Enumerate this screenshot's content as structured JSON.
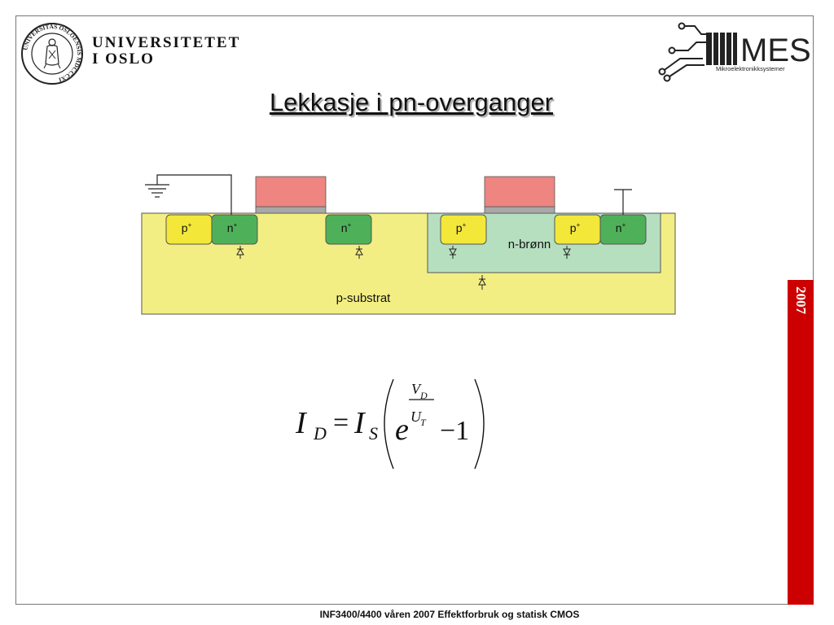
{
  "header": {
    "university_line1": "UNIVERSITETET",
    "university_line2": "I OSLO",
    "seal_text": "UNIVERSITAS OSLOENSIS MDCCCXI",
    "mes_logo_text": "MES",
    "mes_subtitle": "Mikroelektronikksystemer"
  },
  "slide": {
    "title": "Lekkasje i pn-overganger",
    "year": "2007"
  },
  "diagram": {
    "region_p_plus_left": "p",
    "region_n_plus_1": "n",
    "region_n_plus_2": "n",
    "region_p_plus_well_1": "p",
    "region_p_plus_well_2": "p",
    "region_n_plus_right": "n",
    "superscript": "+",
    "n_well_label": "n-brønn",
    "substrate_label": "p-substrat",
    "colors": {
      "substrate": "#f3ee83",
      "n_well": "#b6dfc0",
      "p_plus": "#f3e73a",
      "n_plus": "#4fb05a",
      "gate": "#ee8580",
      "gate_oxide": "#a8a8a8"
    }
  },
  "formula": {
    "lhs_main": "I",
    "lhs_sub": "D",
    "equals": "=",
    "is_main": "I",
    "is_sub": "S",
    "exp_base": "e",
    "num_main": "V",
    "num_sub": "D",
    "den_main": "U",
    "den_sub": "T",
    "minus_one": "−1"
  },
  "footer": {
    "text": "INF3400/4400 våren 2007 Effektforbruk og statisk CMOS"
  }
}
